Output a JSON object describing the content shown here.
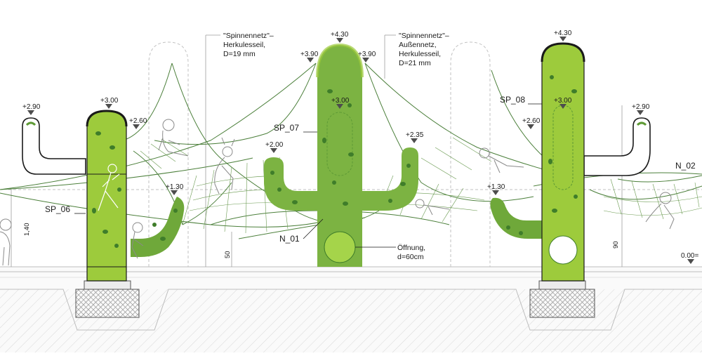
{
  "colors": {
    "cactus_light": "#9dcb3c",
    "cactus_mid": "#7cb342",
    "cactus_dark": "#5e9a35",
    "hold": "#3f7d2a",
    "net": "#4b7f3a",
    "marker": "#4d4d4d",
    "ground_hatch": "#c9c9c9"
  },
  "levels": {
    "sp06_arm_top": "+2.90",
    "sp06_top": "+3.00",
    "sp06_arm_right": "+2.60",
    "sp06_arm_low": "+1.30",
    "sp07_left_shoulder": "+3.90",
    "sp07_top": "+4.30",
    "sp07_right_shoulder": "+3.90",
    "sp07_inner": "+3.00",
    "sp07_arm_left": "+2.00",
    "sp07_arm_right": "+2.35",
    "sp08_top": "+4.30",
    "sp08_inner": "+3.00",
    "sp08_arm_left": "+2.60",
    "sp08_arm_low": "+1.30",
    "sp08_arm_top": "+2.90",
    "ground": "0.00="
  },
  "labels": {
    "sp06": "SP_06",
    "sp07": "SP_07",
    "sp08": "SP_08",
    "n01": "N_01",
    "n02": "N_02"
  },
  "notes": {
    "left_net": [
      "\"Spinnennetz\"–",
      "Herkulesseil,",
      "D=19 mm"
    ],
    "right_net": [
      "\"Spinnennetz\"–",
      "Außennetz,",
      "Herkulesseil,",
      "D=21 mm"
    ],
    "opening": [
      "Öffnung,",
      "d=60cm"
    ]
  },
  "dimensions": {
    "left": "1,40",
    "center": "50",
    "right": "90"
  }
}
